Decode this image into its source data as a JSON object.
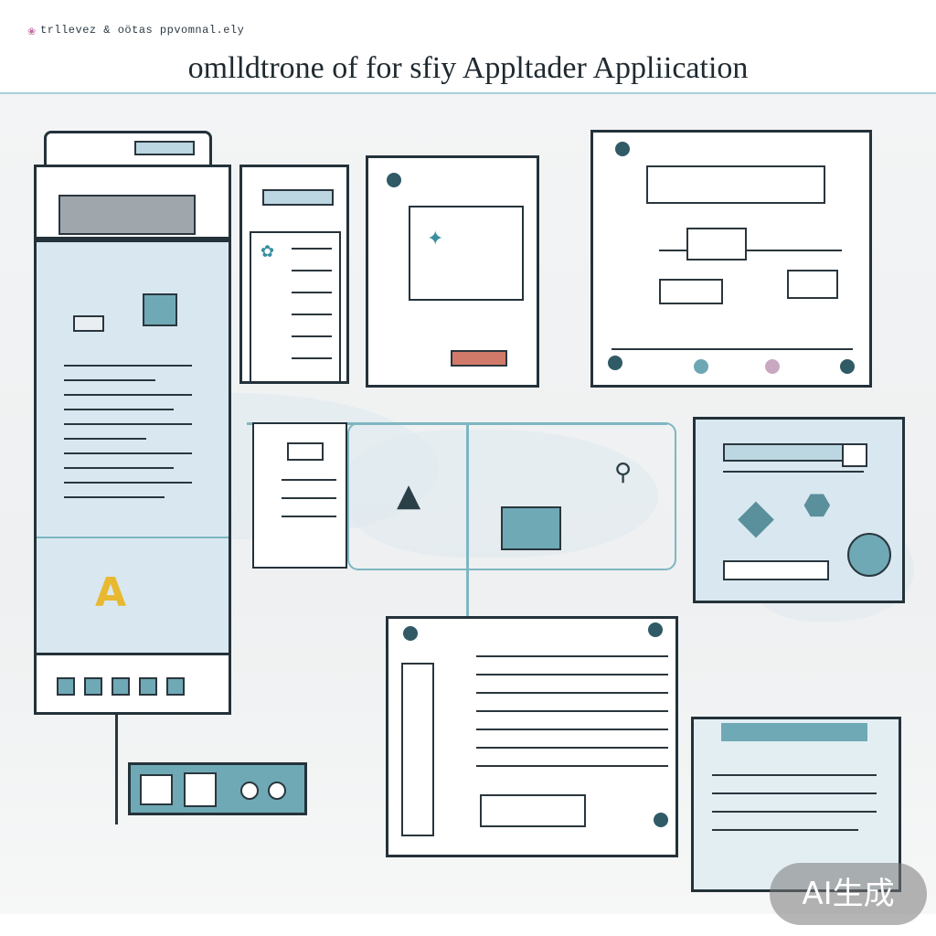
{
  "header": {
    "tagline": "trllevez & oötas ppvomnal.ely",
    "title": "omlldtrone of for sfiy Appltader Appliication"
  },
  "watermark": {
    "label": "AI生成"
  },
  "colors": {
    "accent": "#6da7b4",
    "panel_fill": "#d9e8f0",
    "ink": "#24323a"
  },
  "icons": {
    "flower": "plant-icon",
    "letter_a": "A",
    "gear": "gear-icon",
    "diamond": "diamond-icon"
  }
}
